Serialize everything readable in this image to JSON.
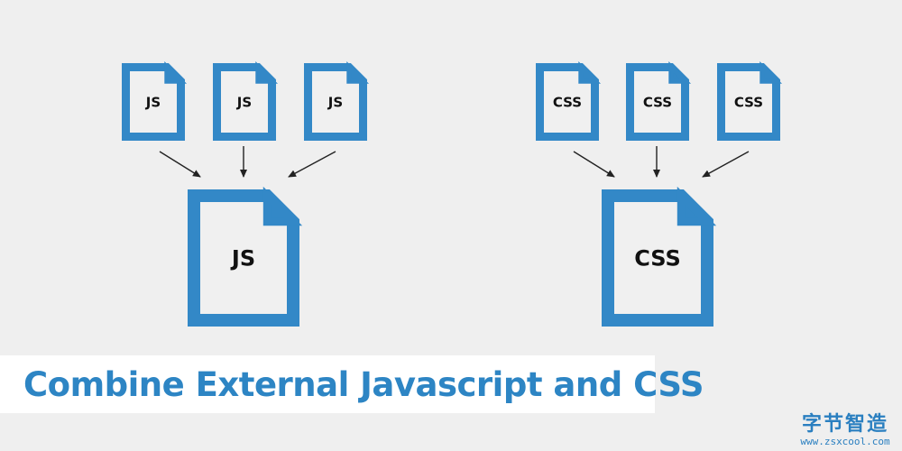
{
  "diagram": {
    "accent_color": "#3388c7",
    "paper_color": "#f0f0f0",
    "arrow_color": "#222222",
    "js_group": {
      "source_files": [
        "JS",
        "JS",
        "JS"
      ],
      "combined_file": "JS"
    },
    "css_group": {
      "source_files": [
        "CSS",
        "CSS",
        "CSS"
      ],
      "combined_file": "CSS"
    }
  },
  "title": {
    "text": "Combine External Javascript and CSS"
  },
  "watermark": {
    "chinese": "字节智造",
    "url": "www.zsxcool.com"
  }
}
